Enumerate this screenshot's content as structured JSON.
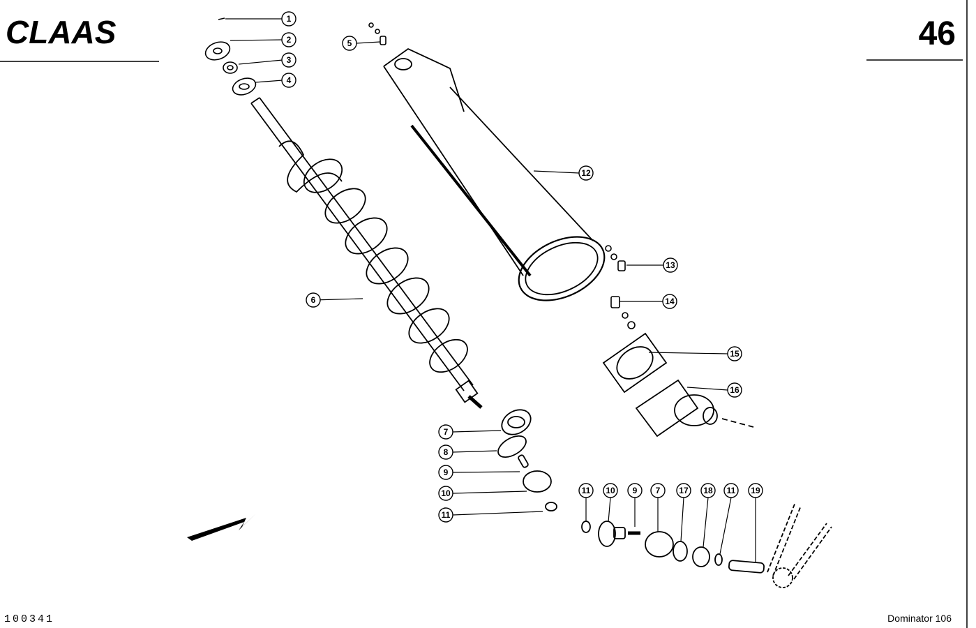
{
  "header": {
    "brand": "CLAAS",
    "page_number": "46"
  },
  "footer": {
    "document_code": "100341",
    "model": "Dominator 106"
  },
  "callouts": [
    {
      "label": "1"
    },
    {
      "label": "2"
    },
    {
      "label": "3"
    },
    {
      "label": "4"
    },
    {
      "label": "5"
    },
    {
      "label": "6"
    },
    {
      "label": "12"
    },
    {
      "label": "13"
    },
    {
      "label": "14"
    },
    {
      "label": "15"
    },
    {
      "label": "16"
    },
    {
      "label": "7"
    },
    {
      "label": "8"
    },
    {
      "label": "9"
    },
    {
      "label": "10"
    },
    {
      "label": "11"
    },
    {
      "label": "11"
    },
    {
      "label": "10"
    },
    {
      "label": "9"
    },
    {
      "label": "7"
    },
    {
      "label": "17"
    },
    {
      "label": "18"
    },
    {
      "label": "11"
    },
    {
      "label": "19"
    }
  ],
  "colors": {
    "ink": "#000000",
    "paper": "#ffffff"
  }
}
